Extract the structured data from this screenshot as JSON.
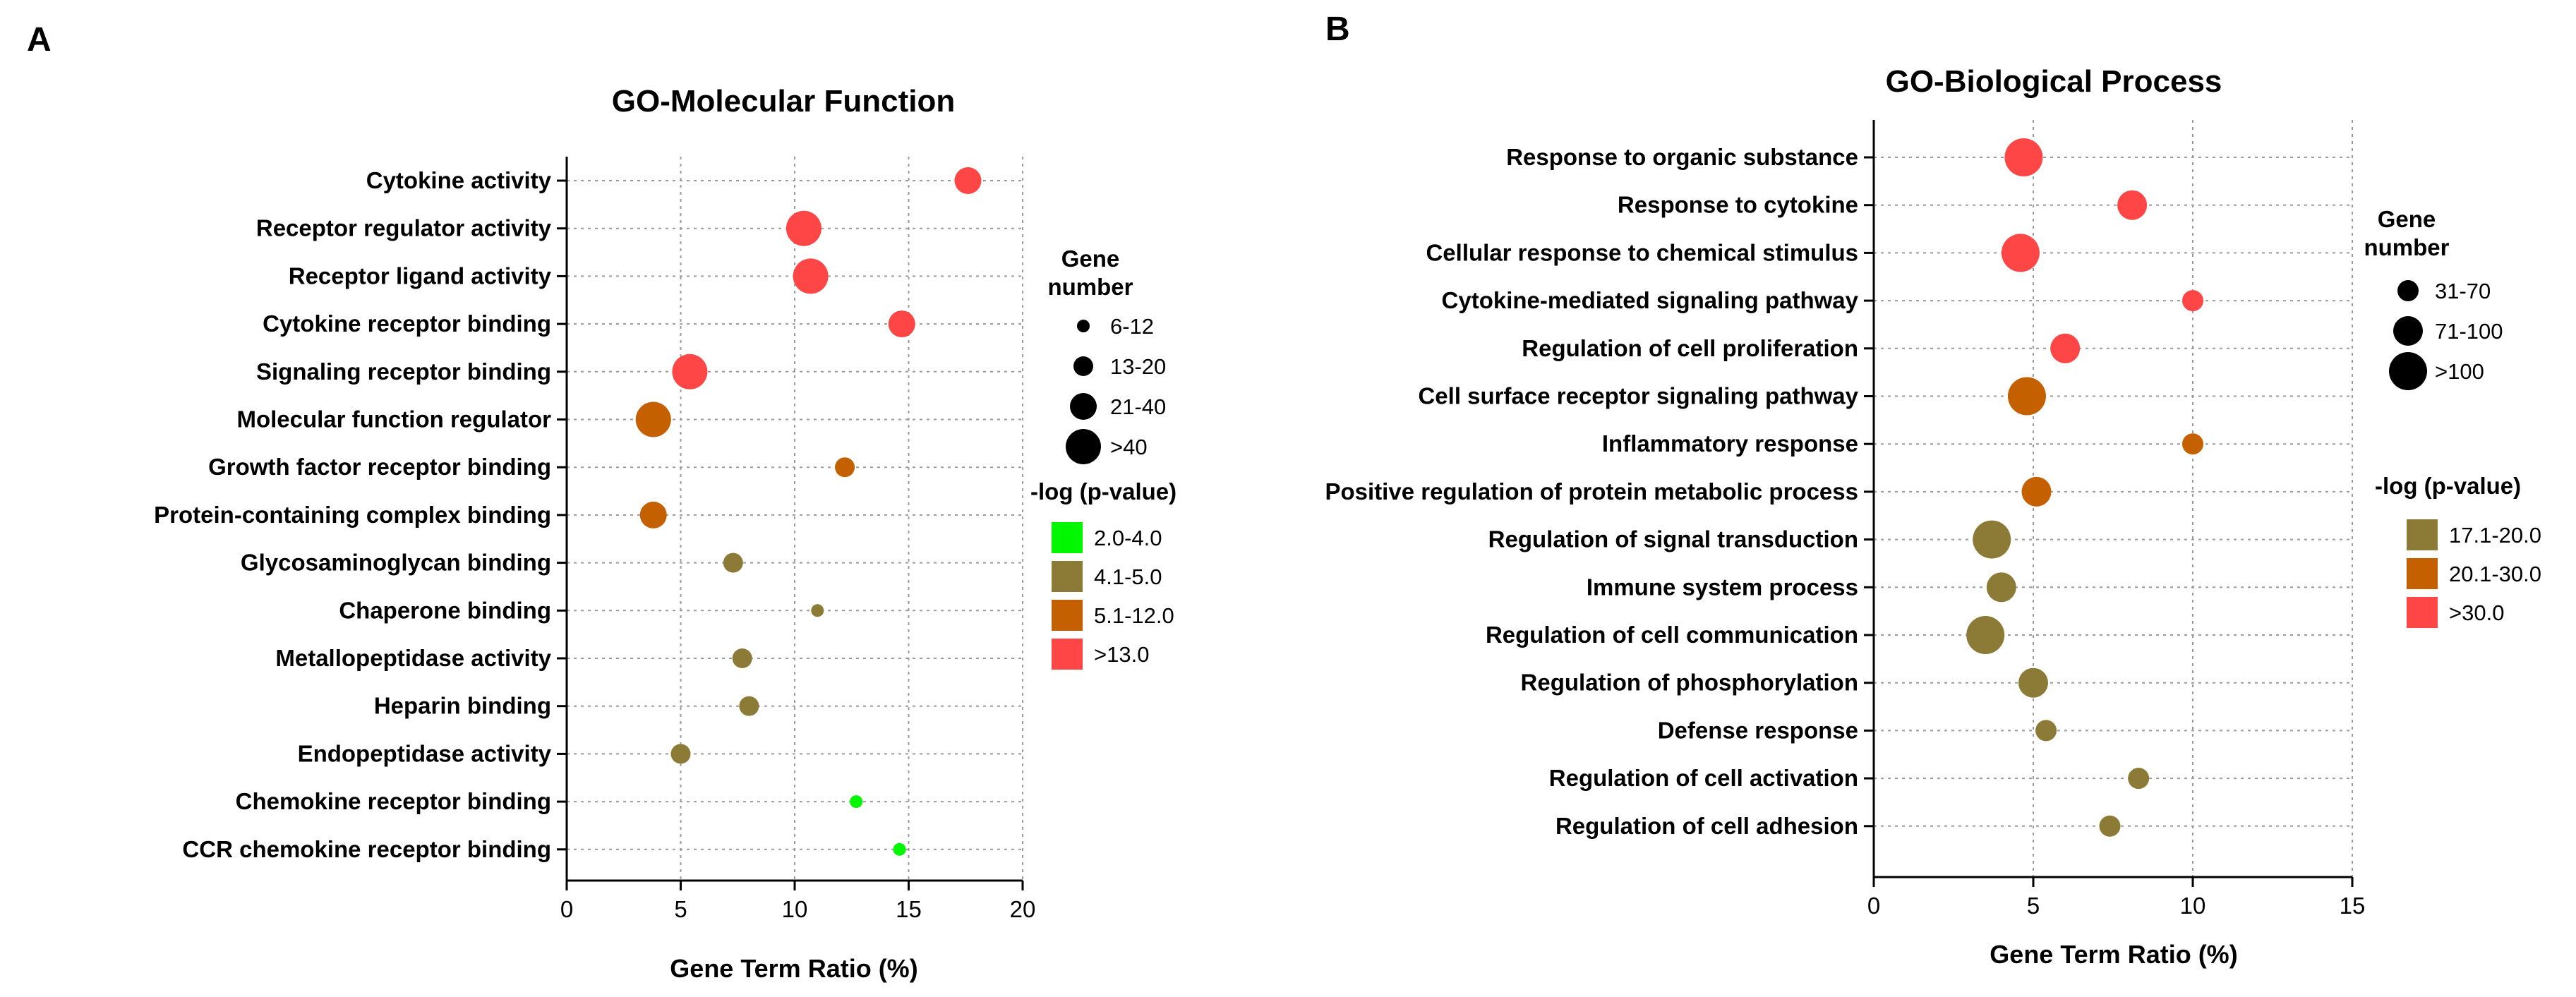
{
  "panels": [
    {
      "letter": "A",
      "title": "GO-Molecular Function",
      "xlabel": "Gene Term Ratio (%)",
      "xlim": [
        0,
        20
      ],
      "xticks": [
        "0",
        "5",
        "10",
        "15",
        "20"
      ],
      "legend_size_title": [
        "Gene",
        "number"
      ],
      "legend_color_title": "-log (p-value)"
    },
    {
      "letter": "B",
      "title": "GO-Biological Process",
      "xlabel": "Gene Term Ratio (%)",
      "xlim": [
        0,
        15
      ],
      "xticks": [
        "0",
        "5",
        "10",
        "15"
      ],
      "legend_size_title": [
        "Gene",
        "number"
      ],
      "legend_color_title": "-log (p-value)"
    }
  ],
  "chart_data": [
    {
      "type": "scatter",
      "title": "GO-Molecular Function",
      "xlabel": "Gene Term Ratio (%)",
      "ylabel": "",
      "xlim": [
        0,
        20
      ],
      "grid": true,
      "legend_placement": "right",
      "size_legend": [
        {
          "label": "6-12",
          "size_class": 1
        },
        {
          "label": "13-20",
          "size_class": 2
        },
        {
          "label": "21-40",
          "size_class": 3
        },
        {
          "label": ">40",
          "size_class": 4
        }
      ],
      "color_legend": [
        {
          "label": "2.0-4.0",
          "color": "#00f700"
        },
        {
          "label": "4.1-5.0",
          "color": "#8c7b36"
        },
        {
          "label": "5.1-12.0",
          "color": "#c46000"
        },
        {
          "label": ">13.0",
          "color": "#ff4646"
        }
      ],
      "categories": [
        "Cytokine activity",
        "Receptor regulator activity",
        "Receptor ligand activity",
        "Cytokine receptor binding",
        "Signaling receptor binding",
        "Molecular function regulator",
        "Growth factor receptor binding",
        "Protein-containing complex binding",
        "Glycosaminoglycan binding",
        "Chaperone binding",
        "Metallopeptidase activity",
        "Heparin binding",
        "Endopeptidase activity",
        "Chemokine receptor binding",
        "CCR chemokine receptor binding"
      ],
      "x": [
        17.6,
        10.4,
        10.7,
        14.7,
        5.4,
        3.8,
        12.2,
        3.8,
        7.3,
        11.0,
        7.7,
        8.0,
        5.0,
        12.7,
        14.6
      ],
      "size_class": [
        3,
        4,
        4,
        3,
        4,
        4,
        2,
        3,
        2,
        1,
        2,
        2,
        2,
        1,
        1
      ],
      "color_class": [
        3,
        3,
        3,
        3,
        3,
        2,
        2,
        2,
        1,
        1,
        1,
        1,
        1,
        0,
        0
      ]
    },
    {
      "type": "scatter",
      "title": "GO-Biological Process",
      "xlabel": "Gene Term Ratio (%)",
      "ylabel": "",
      "xlim": [
        0,
        15
      ],
      "grid": true,
      "legend_placement": "right",
      "size_legend": [
        {
          "label": "31-70",
          "size_class": 1
        },
        {
          "label": "71-100",
          "size_class": 2
        },
        {
          "label": ">100",
          "size_class": 3
        }
      ],
      "color_legend": [
        {
          "label": "17.1-20.0",
          "color": "#8c7b36"
        },
        {
          "label": "20.1-30.0",
          "color": "#c46000"
        },
        {
          "label": ">30.0",
          "color": "#ff4646"
        }
      ],
      "categories": [
        "Response to organic substance",
        "Response to cytokine",
        "Cellular response to chemical stimulus",
        "Cytokine-mediated signaling pathway",
        "Regulation of cell proliferation",
        "Cell surface receptor signaling pathway",
        "Inflammatory response",
        "Positive regulation of protein metabolic process",
        "Regulation of signal transduction",
        "Immune system process",
        "Regulation of cell communication",
        "Regulation of phosphorylation",
        "Defense response",
        "Regulation of cell activation",
        "Regulation of cell adhesion"
      ],
      "x": [
        4.7,
        8.1,
        4.6,
        10.0,
        6.0,
        4.8,
        10.0,
        5.1,
        3.7,
        4.0,
        3.5,
        5.0,
        5.4,
        8.3,
        7.4
      ],
      "size_class": [
        3,
        2,
        3,
        1,
        2,
        3,
        1,
        2,
        3,
        2,
        3,
        2,
        1,
        1,
        1
      ],
      "color_class": [
        2,
        2,
        2,
        2,
        2,
        1,
        1,
        1,
        0,
        0,
        0,
        0,
        0,
        0,
        0
      ]
    }
  ]
}
